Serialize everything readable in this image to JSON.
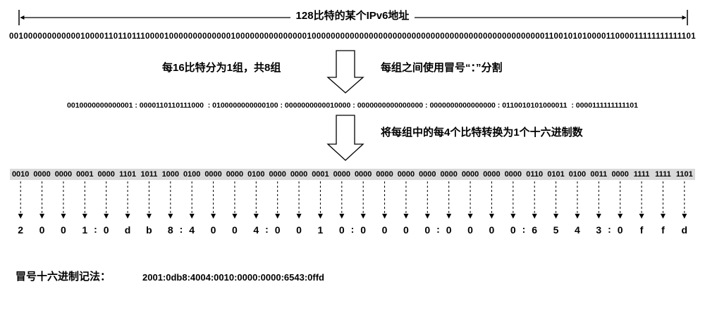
{
  "title": "128比特的某个IPv6地址",
  "binary": "00100000000000010000110110111000010000000000000100000000000000010000000000000000000000000000000000000000000000000110010101000011000011111111111101",
  "step1_left": "每16比特分为1组，共8组",
  "step1_right": "每组之间使用冒号“：”分割",
  "groups_text": "0010000000000001 : 0000110110111000  : 0100000000000100 : 0000000000010000 : 0000000000000000 : 0000000000000000 : 0110010101000011  : 0000111111111101",
  "step2": "将每组中的每4个比特转换为1个十六进制数",
  "nibbles": [
    "0010",
    "0000",
    "0000",
    "0001",
    "0000",
    "1101",
    "1011",
    "1000",
    "0100",
    "0000",
    "0000",
    "0100",
    "0000",
    "0000",
    "0001",
    "0000",
    "0000",
    "0000",
    "0000",
    "0000",
    "0000",
    "0000",
    "0000",
    "0000",
    "0110",
    "0101",
    "0100",
    "0011",
    "0000",
    "1111",
    "1111",
    "1101"
  ],
  "hex_digits": [
    "2",
    "0",
    "0",
    "1",
    "0",
    "d",
    "b",
    "8",
    "4",
    "0",
    "0",
    "4",
    "0",
    "0",
    "1",
    "0",
    "0",
    "0",
    "0",
    "0",
    "0",
    "0",
    "0",
    "0",
    "6",
    "5",
    "4",
    "3",
    "0",
    "f",
    "f",
    "d"
  ],
  "separator": ":",
  "final_label": "冒号十六进制记法：",
  "final_value": "2001:0db8:4004:0010:0000:0000:6543:0ffd"
}
